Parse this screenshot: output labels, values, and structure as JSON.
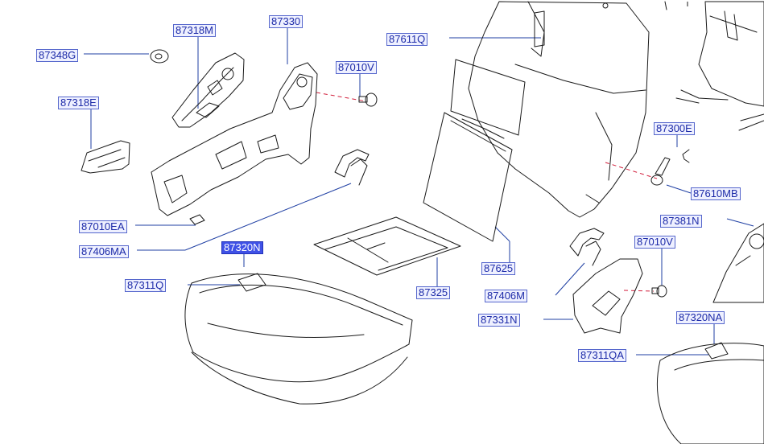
{
  "diagram": {
    "selected_callout": "87320N",
    "callouts": [
      {
        "id": "c-87318m",
        "text": "87318M"
      },
      {
        "id": "c-87330",
        "text": "87330"
      },
      {
        "id": "c-87348g",
        "text": "87348G"
      },
      {
        "id": "c-87318e",
        "text": "87318E"
      },
      {
        "id": "c-87010v-a",
        "text": "87010V"
      },
      {
        "id": "c-87611q",
        "text": "87611Q"
      },
      {
        "id": "c-87300e",
        "text": "87300E"
      },
      {
        "id": "c-87610mb",
        "text": "87610MB"
      },
      {
        "id": "c-87010ea",
        "text": "87010EA"
      },
      {
        "id": "c-87406ma",
        "text": "87406MA"
      },
      {
        "id": "c-87320n",
        "text": "87320N"
      },
      {
        "id": "c-87311q",
        "text": "87311Q"
      },
      {
        "id": "c-87325",
        "text": "87325"
      },
      {
        "id": "c-87625",
        "text": "87625"
      },
      {
        "id": "c-87381n",
        "text": "87381N"
      },
      {
        "id": "c-87010v-b",
        "text": "87010V"
      },
      {
        "id": "c-87406m",
        "text": "87406M"
      },
      {
        "id": "c-87331n",
        "text": "87331N"
      },
      {
        "id": "c-87320na",
        "text": "87320NA"
      },
      {
        "id": "c-87311qa",
        "text": "87311QA"
      }
    ],
    "colors": {
      "callout_text": "#1c2aa8",
      "callout_fill": "#eef0ff",
      "selected_fill": "#3f51e6",
      "leader_line": "#1f3fa3",
      "centerline": "#d21f3c",
      "part_outline": "#1a1a1a"
    }
  }
}
